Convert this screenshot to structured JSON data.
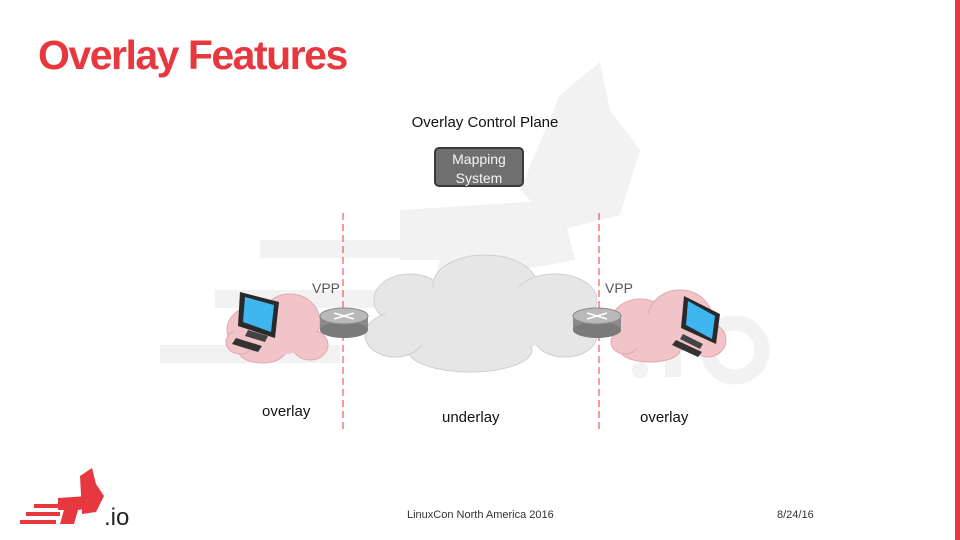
{
  "slide": {
    "title": "Overlay Features",
    "control_plane_label": "Overlay Control Plane",
    "mapping_system": {
      "line1": "Mapping",
      "line2": "System"
    },
    "left_vpp_label": "VPP",
    "right_vpp_label": "VPP",
    "left_overlay_label": "overlay",
    "underlay_label": "underlay",
    "right_overlay_label": "overlay",
    "logo_suffix": ".io",
    "footer_event": "LinuxCon North America 2016",
    "footer_date": "8/24/16"
  },
  "colors": {
    "accent": "#e8383f",
    "overlay_cloud": "#f0c4c8",
    "underlay_cloud": "#e6e6e6",
    "mapping_box": "#6f6f6f",
    "dashed_line": "#e8383f"
  },
  "icons": [
    "fd-io-logo-icon",
    "computer-icon",
    "router-icon",
    "cloud-icon"
  ]
}
